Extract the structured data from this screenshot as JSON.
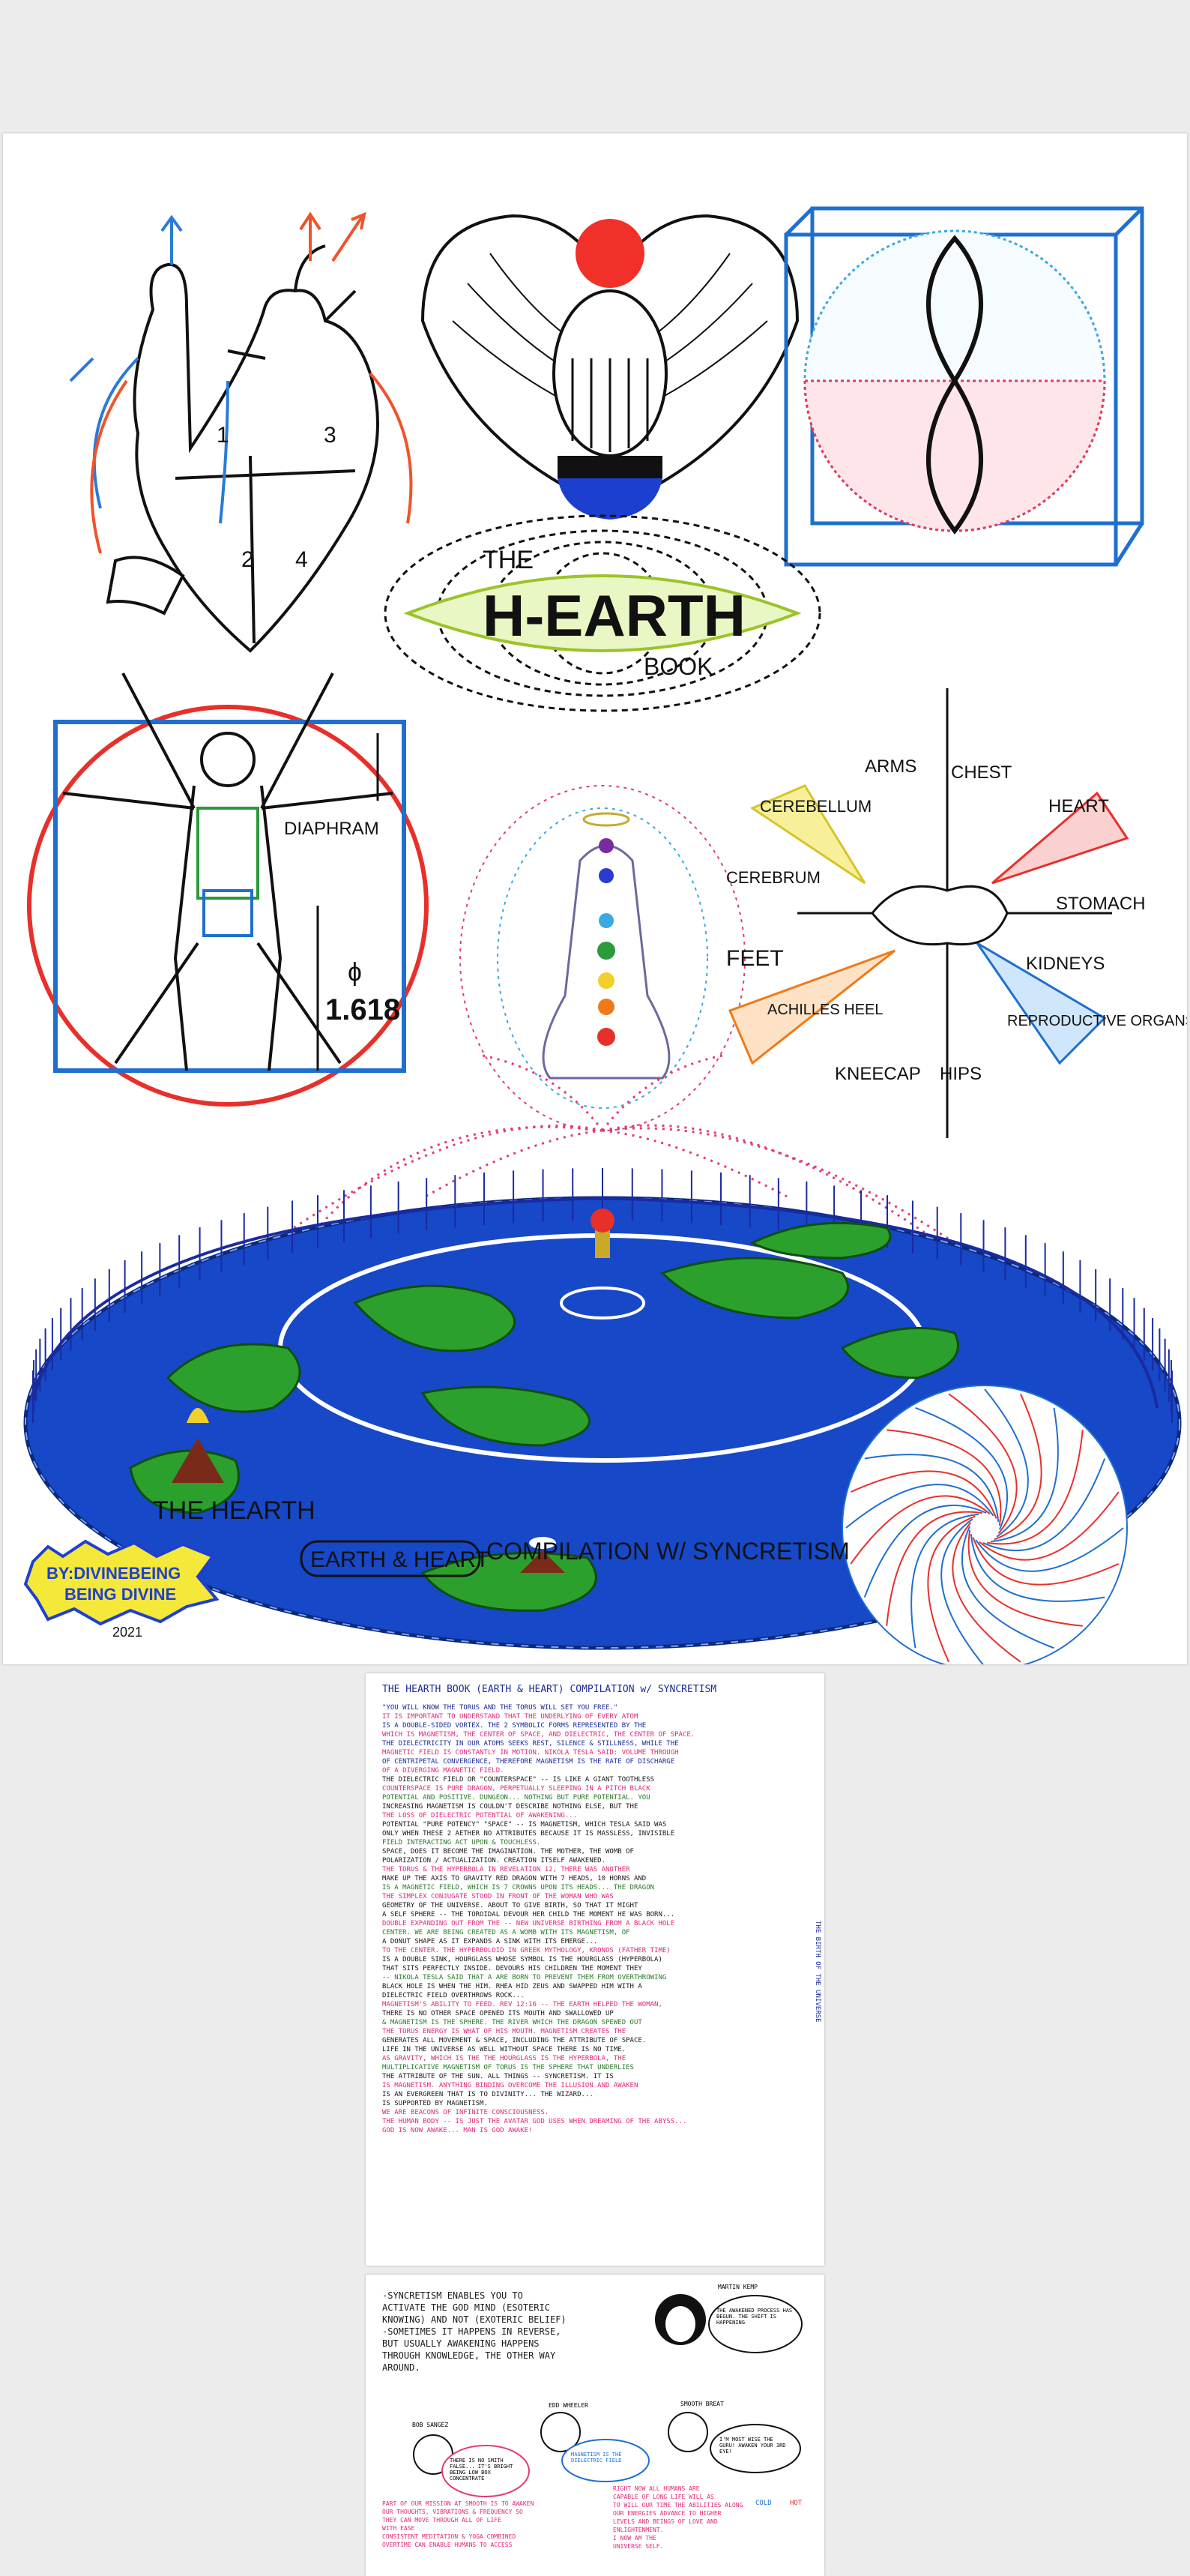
{
  "page1": {
    "book_title_the": "THE",
    "book_title_main": "H-EARTH",
    "book_title_book": "BOOK",
    "diaphragm_label": "DIAPHRAM",
    "phi_symbol": "ɸ",
    "phi_value": "1.618",
    "heart_chambers": [
      "1",
      "2",
      "3",
      "4"
    ],
    "body_map_labels": {
      "arms": "ARMS",
      "chest": "CHEST",
      "heart": "HEART",
      "cerebellum": "CEREBELLUM",
      "cerebrum": "CEREBRUM",
      "stomach": "STOMACH",
      "kidneys": "KIDNEYS",
      "feet": "FEET",
      "achilles": "ACHILLES HEEL",
      "reproductive": "REPRODUCTIVE ORGANS",
      "kneecap": "KNEECAP",
      "hips": "HIPS"
    },
    "caption_the_hearth": "THE HEARTH",
    "caption_earth_heart": "EARTH & HEART",
    "caption_compilation": "COMPILATION W/ SYNCRETISM",
    "author_line1": "BY:DIVINEBEING",
    "author_line2": "BEING DIVINE",
    "author_year": "2021"
  },
  "page2": {
    "heading": "THE HEARTH BOOK (EARTH & HEART) COMPILATION w/ SYNCRETISM",
    "lines": [
      "\"YOU WILL KNOW THE TORUS AND THE TORUS WILL SET YOU FREE.\"",
      "IT IS IMPORTANT TO UNDERSTAND THAT THE UNDERLYING OF EVERY ATOM",
      "IS A DOUBLE-SIDED VORTEX. THE 2 SYMBOLIC FORMS REPRESENTED BY THE",
      "WHICH IS MAGNETISM, THE CENTER OF SPACE, AND DIELECTRIC, THE CENTER OF SPACE.",
      "THE DIELECTRICITY IN OUR ATOMS SEEKS REST, SILENCE & STILLNESS, WHILE THE",
      "MAGNETIC FIELD IS CONSTANTLY IN MOTION. NIKOLA TESLA SAID: VOLUME THROUGH",
      "OF CENTRIPETAL CONVERGENCE, THEREFORE MAGNETISM IS THE RATE OF DISCHARGE",
      "OF A DIVERGING MAGNETIC FIELD.",
      "THE DIELECTRIC FIELD OR         \"COUNTERSPACE\" -- IS LIKE A GIANT TOOTHLESS",
      "COUNTERSPACE IS PURE            DRAGON, PERPETUALLY SLEEPING IN A PITCH BLACK",
      "POTENTIAL AND POSITIVE.         DUNGEON... NOTHING BUT PURE POTENTIAL. YOU",
      "INCREASING MAGNETISM IS        COULDN'T DESCRIBE NOTHING ELSE, BUT THE",
      "THE LOSS OF DIELECTRIC         POTENTIAL OF AWAKENING...",
      "POTENTIAL \"PURE POTENCY\"       \"SPACE\" -- IS MAGNETISM, WHICH TESLA SAID WAS",
      "ONLY WHEN THESE 2 AETHER      NO ATTRIBUTES BECAUSE IT IS MASSLESS, INVISIBLE",
      "FIELD INTERACTING ACT UPON     & TOUCHLESS.",
      "SPACE, DOES IT BECOME          THE IMAGINATION. THE MOTHER, THE WOMB OF",
      "POLARIZATION / ACTUALIZATION.  CREATION ITSELF AWAKENED.",
      "THE TORUS & THE HYPERBOLA      IN REVELATION 12, THERE WAS ANOTHER",
      "MAKE UP THE AXIS TO GRAVITY    RED DRAGON WITH 7 HEADS, 10 HORNS AND",
      "IS A MAGNETIC FIELD, WHICH IS  7 CROWNS UPON ITS HEADS... THE DRAGON",
      "THE SIMPLEX CONJUGATE          STOOD IN FRONT OF THE WOMAN WHO WAS",
      "GEOMETRY OF THE UNIVERSE.      ABOUT TO GIVE BIRTH, SO THAT IT MIGHT",
      "A SELF SPHERE -- THE TOROIDAL   DEVOUR HER CHILD THE MOMENT HE WAS BORN...",
      "DOUBLE EXPANDING OUT FROM THE  -- NEW UNIVERSE BIRTHING FROM A BLACK HOLE",
      "CENTER. WE ARE BEING CREATED   AS A WOMB WITH ITS MAGNETISM, OF",
      "A DONUT SHAPE AS IT EXPANDS    A SINK WITH ITS EMERGE...",
      "TO THE CENTER. THE HYPERBOLOID IN GREEK MYTHOLOGY, KRONOS (FATHER TIME)",
      "IS A DOUBLE SINK, HOURGLASS   WHOSE SYMBOL IS THE HOURGLASS (HYPERBOLA)",
      "THAT SITS PERFECTLY INSIDE.    DEVOURS HIS CHILDREN THE MOMENT THEY",
      "-- NIKOLA TESLA SAID THAT A    ARE BORN TO PREVENT THEM FROM OVERTHROWING",
      "BLACK HOLE IS WHEN THE         HIM. RHEA HID ZEUS AND SWAPPED HIM WITH A",
      "DIELECTRIC FIELD OVERTHROWS    ROCK...",
      "MAGNETISM'S ABILITY TO FEED.   REV 12:16 -- THE EARTH HELPED THE WOMAN,",
      "THERE IS NO OTHER SPACE        OPENED ITS MOUTH AND SWALLOWED UP",
      "& MAGNETISM IS THE SPHERE.     THE RIVER WHICH THE DRAGON SPEWED OUT",
      "THE TORUS ENERGY IS WHAT       OF HIS MOUTH. MAGNETISM CREATES THE",
      "GENERATES ALL MOVEMENT &       SPACE, INCLUDING THE ATTRIBUTE OF SPACE.",
      "LIFE IN THE UNIVERSE AS WELL   WITHOUT SPACE THERE IS NO TIME.",
      "AS GRAVITY, WHICH IS THE       THE HOURGLASS IS THE HYPERBOLA, THE",
      "MULTIPLICATIVE MAGNETISM OF    TORUS IS THE SPHERE THAT UNDERLIES",
      "THE ATTRIBUTE OF THE SUN.      ALL THINGS -- SYNCRETISM. IT IS",
      "IS MAGNETISM. ANYTHING BINDING OVERCOME THE ILLUSION AND AWAKEN",
      "IS AN EVERGREEN THAT IS        TO DIVINITY... THE WIZARD...",
      "IS SUPPORTED BY MAGNETISM.",
      "WE ARE BEACONS OF INFINITE CONSCIOUSNESS.",
      "THE HUMAN BODY -- IS JUST THE AVATAR GOD USES WHEN DREAMING OF THE ABYSS...",
      "GOD IS NOW AWAKE... MAN IS GOD AWAKE!"
    ],
    "side_note": "THE BIRTH OF THE UNIVERSE"
  },
  "page3": {
    "intro_lines": [
      "-SYNCRETISM ENABLES YOU TO",
      "ACTIVATE THE GOD MIND (ESOTERIC",
      "KNOWING) AND NOT (EXOTERIC BELIEF)",
      "-SOMETIMES IT HAPPENS IN REVERSE,",
      "BUT USUALLY AWAKENING HAPPENS",
      "THROUGH KNOWLEDGE, THE OTHER WAY",
      "AROUND."
    ],
    "name_top_right": "MARTIN KEMP",
    "bubble_top_right": "THE AWAKENED PROCESS HAS BEGUN. THE SHIFT IS HAPPENING",
    "names": [
      "BOB SANGEZ",
      "EDD WHEELER",
      "SMOOTH BREAT"
    ],
    "bubbles": [
      "THERE IS NO SMITH FALSE... IT'S BRIGHT BEING LOW BOX CONCENTRATE",
      "MAGNETISM IS THE DIELECTRIC FIELD",
      "I'M MOST WISE THE GURU! AWAKEN YOUR 3RD EYE!"
    ],
    "bottom_left_lines": [
      "PART OF OUR MISSION AT SMOOTH IS TO AWAKEN",
      "OUR THOUGHTS, VIBRATIONS & FREQUENCY SO",
      "THEY CAN MOVE THROUGH ALL OF LIFE",
      "WITH EASE",
      "CONSISTENT MEDITATION & YOGA COMBINED",
      "OVERTIME CAN ENABLE HUMANS TO ACCESS"
    ],
    "bottom_right_lines": [
      "RIGHT NOW ALL HUMANS ARE",
      "CAPABLE OF LONG LIFE WILL AS",
      "TO WILL OUR TIME THE ABILITIES ALONG",
      "OUR ENERGIES ADVANCE TO HIGHER",
      "LEVELS AND BEINGS OF LOVE AND",
      "ENLIGHTENMENT.",
      "I NOW AM THE",
      "UNIVERSE SELF."
    ],
    "cold_label": "COLD",
    "hot_label": "HOT"
  },
  "colors": {
    "red": "#e8302a",
    "blue": "#1f6fd1",
    "green": "#2a9a3a",
    "yellow": "#f2e02a",
    "magenta": "#e0287a",
    "orange": "#f07a18",
    "ink": "#111111",
    "ocean": "#1648c8",
    "land": "#2ca02c",
    "pink_dots": "#e33a7a",
    "cyan": "#3aa9e0"
  }
}
